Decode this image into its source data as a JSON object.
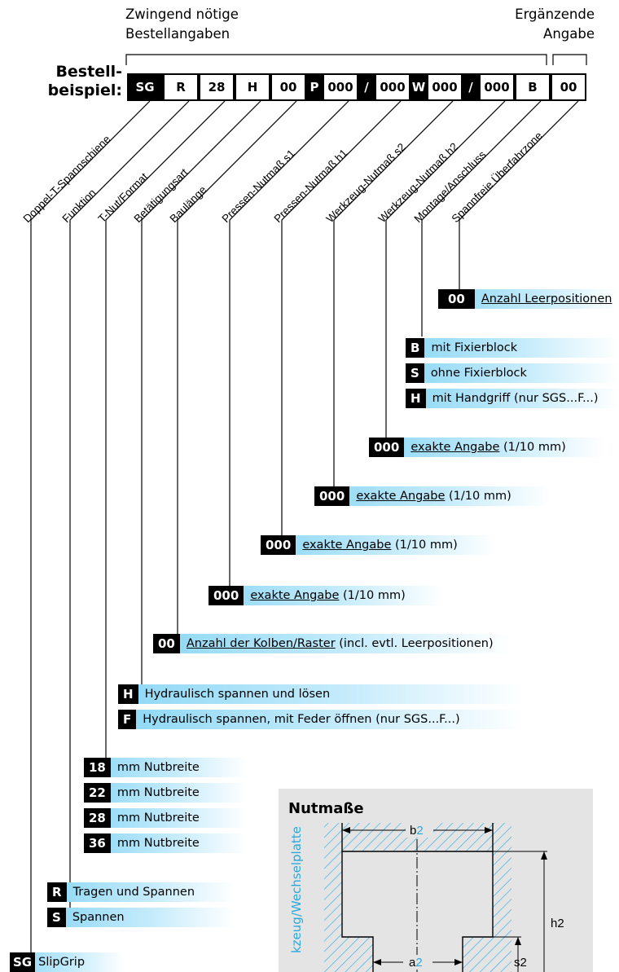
{
  "header": {
    "left_line1": "Zwingend nötige",
    "left_line2": "Bestellangaben",
    "right_line1": "Ergänzende",
    "right_line2": "Angabe",
    "bestell_line1": "Bestell-",
    "bestell_line2": "beispiel:"
  },
  "code_boxes": [
    "SG",
    "R",
    "28",
    "H",
    "00",
    "P",
    "000",
    "/",
    "000",
    "W",
    "000",
    "/",
    "000",
    "B",
    "00"
  ],
  "field_labels": [
    "Doppel-T-Spannschiene",
    "Funktion",
    "T-Nut/Format",
    "Betätigungsart",
    "Baulänge",
    "Pressen-Nutmaß s1",
    "Pressen-Nutmaß h1",
    "Werkzeug-Nutmaß s2",
    "Werkzeug-Nutmaß h2",
    "Montage/Anschluss",
    "Spannfreie Überfahrzone"
  ],
  "options": {
    "leer": {
      "code": "00",
      "text": "Anzahl Leerpositionen"
    },
    "montage": [
      {
        "code": "B",
        "text": "mit Fixierblock"
      },
      {
        "code": "S",
        "text": "ohne Fixierblock"
      },
      {
        "code": "H",
        "text": "mit Handgriff (nur SGS...F...)"
      }
    ],
    "h2": {
      "code": "000",
      "text_u": "exakte Angabe",
      "text_rest": " (1/10 mm)"
    },
    "s2": {
      "code": "000",
      "text_u": "exakte Angabe",
      "text_rest": " (1/10 mm)"
    },
    "h1": {
      "code": "000",
      "text_u": "exakte Angabe",
      "text_rest": " (1/10 mm)"
    },
    "s1": {
      "code": "000",
      "text_u": "exakte Angabe",
      "text_rest": " (1/10 mm)"
    },
    "baulaenge": {
      "code": "00",
      "text_u": "Anzahl der Kolben/Raster",
      "text_rest": " (incl. evtl. Leerpositionen)"
    },
    "betaetigung": [
      {
        "code": "H",
        "text": "Hydraulisch spannen und lösen"
      },
      {
        "code": "F",
        "text": "Hydraulisch spannen, mit Feder öffnen (nur SGS...F...)"
      }
    ],
    "tnut": [
      {
        "code": "18",
        "text": "mm Nutbreite"
      },
      {
        "code": "22",
        "text": "mm Nutbreite"
      },
      {
        "code": "28",
        "text": "mm Nutbreite"
      },
      {
        "code": "36",
        "text": "mm Nutbreite"
      }
    ],
    "funktion": [
      {
        "code": "R",
        "text": "Tragen und Spannen"
      },
      {
        "code": "S",
        "text": "Spannen"
      }
    ],
    "typ": {
      "code": "SG",
      "text": "SlipGrip"
    }
  },
  "nutmasse": {
    "title": "Nutmaße",
    "vertical_label": "kzeug/Wechselplatte",
    "b_letter": "b",
    "b_num": "2",
    "a_letter": "a",
    "a_num": "2",
    "h_label": "h2",
    "s_label": "s2"
  },
  "colors": {
    "accent_blue": "#8ed8f5",
    "label_blue": "#2aa7dd",
    "panel_gray": "#e4e4e4"
  }
}
